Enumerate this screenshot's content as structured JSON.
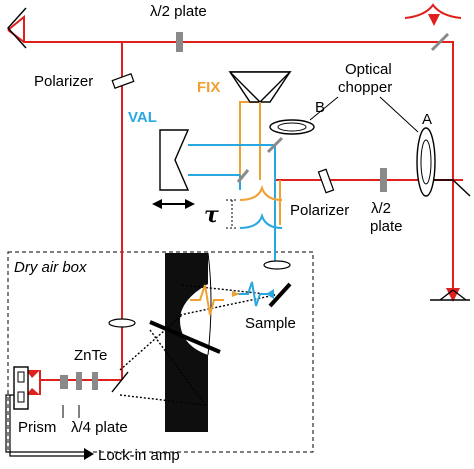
{
  "colors": {
    "beam_red": "#e0201c",
    "beam_orange": "#f0a030",
    "beam_blue": "#29a8e0",
    "optic_gray": "#8a8a8a",
    "ink": "#000000"
  },
  "labels": {
    "half_wave_top": "λ/2 plate",
    "polarizer_left": "Polarizer",
    "fix": "FIX",
    "val": "VAL",
    "optical_chopper_line1": "Optical",
    "optical_chopper_line2": "chopper",
    "chopper_a": "A",
    "chopper_b": "B",
    "tau": "τ",
    "polarizer_right": "Polarizer",
    "half_wave_right_line1": "λ/2",
    "half_wave_right_line2": "plate",
    "dry_air_box": "Dry air box",
    "sample": "Sample",
    "znte": "ZnTe",
    "prism": "Prism",
    "quarter_wave": "λ/4 plate",
    "lock_in_amp": "Lock-in amp"
  },
  "icons": {
    "delay_arrow": "double-headed-arrow-icon",
    "input_pulse": "pulse-icon"
  }
}
